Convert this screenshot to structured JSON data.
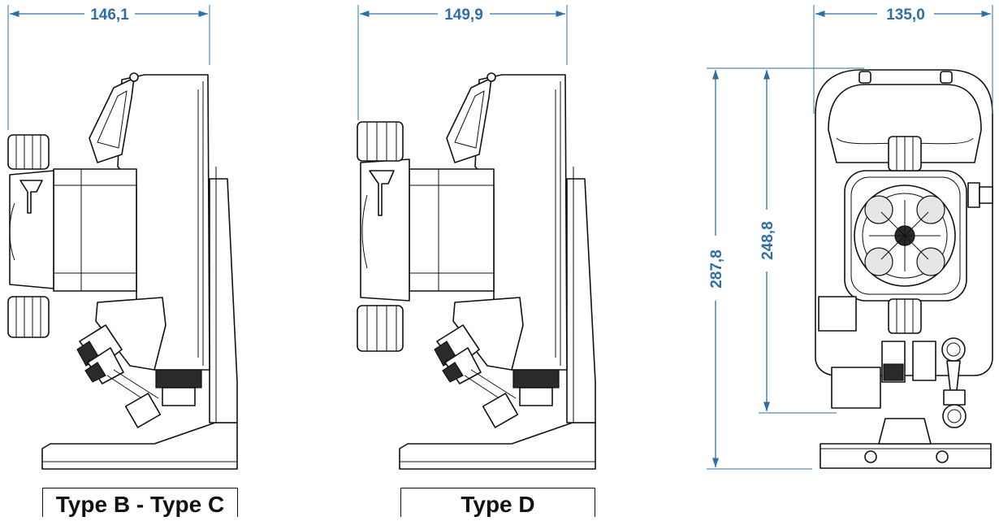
{
  "dimensions": {
    "type_bc_width": "146,1",
    "type_d_width": "149,9",
    "front_width": "135,0",
    "overall_height": "287,8",
    "body_height": "248,8"
  },
  "labels": {
    "type_bc": "Type B - Type C",
    "type_d": "Type D"
  },
  "colors": {
    "dimension": "#2f6fa6",
    "outline": "#111111"
  }
}
